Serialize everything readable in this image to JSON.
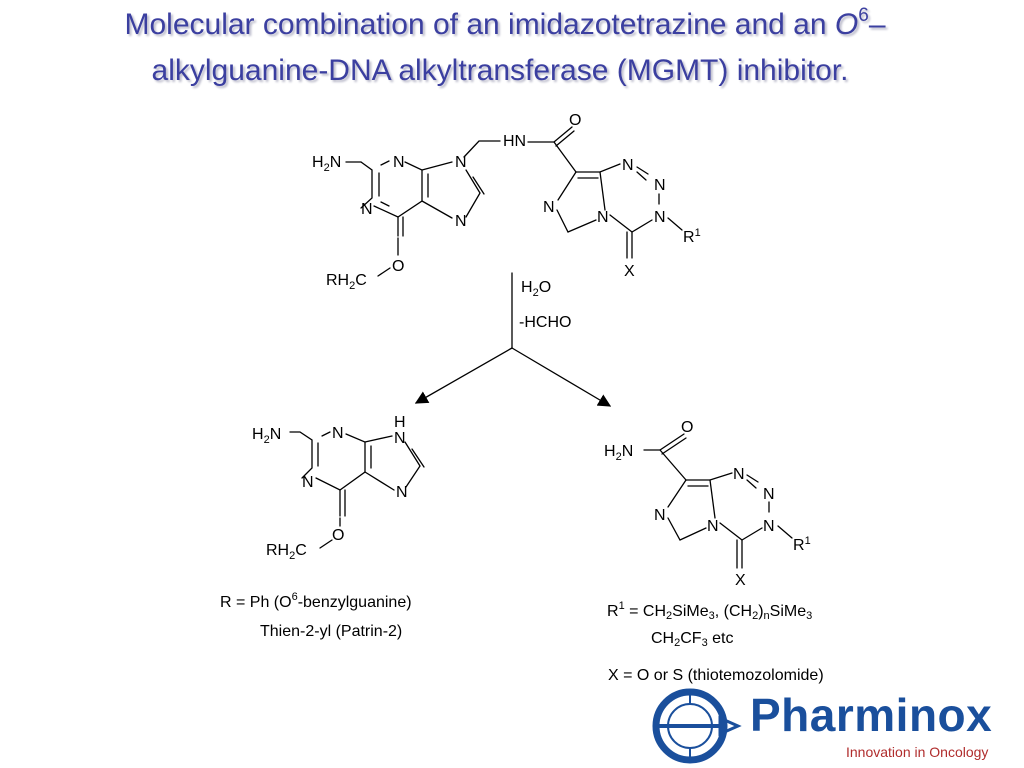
{
  "title": {
    "line1_pre": "Molecular combination of an imidazotetrazine and an ",
    "line1_o": "O",
    "line1_sup": "6",
    "line1_post": "–",
    "line2": "alkylguanine-DNA alkyltransferase (MGMT) inhibitor."
  },
  "atoms": {
    "top_h2n": "H2N",
    "top_n1": "N",
    "top_n3": "N",
    "top_n7": "N",
    "top_n9": "N",
    "top_o6": "O",
    "top_rh2c": "RH2C",
    "top_hn": "HN",
    "top_o_carbonyl": "O",
    "top_tz_n1": "N",
    "top_tz_n2": "N",
    "top_tz_n3": "N",
    "top_tz_n4": "N",
    "top_tz_n5": "N",
    "top_r1": "R1",
    "top_x": "X",
    "left_h2n": "H2N",
    "left_n1": "N",
    "left_n3": "N",
    "left_n7": "N",
    "left_nh": "NH",
    "left_o6": "O",
    "left_rh2c": "RH2C",
    "right_h2n": "H2N",
    "right_o": "O",
    "right_n1": "N",
    "right_n2": "N",
    "right_n3": "N",
    "right_n4": "N",
    "right_n5": "N",
    "right_r1": "R1",
    "right_x": "X"
  },
  "conditions": {
    "reagent1": "H2O",
    "reagent2": "-HCHO"
  },
  "notes": {
    "r_line1_pre": "R = Ph (O",
    "r_line1_sup": "6",
    "r_line1_post": "-benzylguanine)",
    "r_line2": "Thien-2-yl (Patrin-2)",
    "r1_pre": "R",
    "r1_sup": "1",
    "r1_eq": " = CH",
    "r1_s1": "2",
    "r1_t1": "SiMe",
    "r1_s2": "3",
    "r1_t2": ", (CH",
    "r1_s3": "2",
    "r1_t3": ")",
    "r1_s4": "n",
    "r1_t4": "SiMe",
    "r1_s5": "3",
    "r1_l2_pre": "CH",
    "r1_l2_s1": "2",
    "r1_l2_t1": "CF",
    "r1_l2_s2": "3",
    "r1_l2_post": " etc",
    "x_line": "X = O or S (thiotemozolomide)"
  },
  "logo": {
    "brand": "Pharminox",
    "tagline": "Innovation in Oncology"
  },
  "colors": {
    "title": "#3b3fa0",
    "logo_blue": "#1a4f9c",
    "logo_red": "#b02c2c"
  }
}
